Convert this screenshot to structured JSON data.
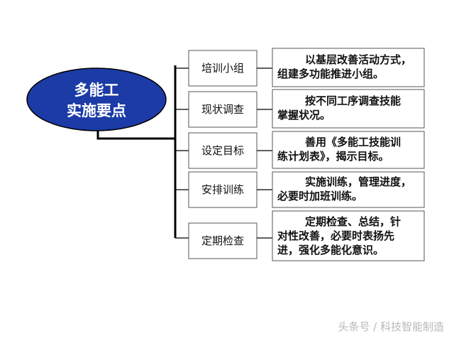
{
  "root": {
    "line1": "多能工",
    "line2": "实施要点",
    "fill_color": "#1c3ba6"
  },
  "steps": [
    {
      "label": "培训小组",
      "desc": [
        "以基层改善活动方式，",
        "组建多功能推进小组。"
      ]
    },
    {
      "label": "现状调查",
      "desc": [
        "按不同工序调查技能",
        "掌握状况。"
      ]
    },
    {
      "label": "设定目标",
      "desc": [
        "善用《多能工技能训",
        "练计划表》，揭示目标。"
      ]
    },
    {
      "label": "安排训练",
      "desc": [
        "实施训练，管理进度，",
        "必要时加班训练。"
      ]
    },
    {
      "label": "定期检查",
      "desc": [
        "定期检查、总结，针",
        "对性改善，必要时表扬先",
        "进，强化多能化意识。"
      ]
    }
  ],
  "watermark": "头条号 / 科技智能制造"
}
